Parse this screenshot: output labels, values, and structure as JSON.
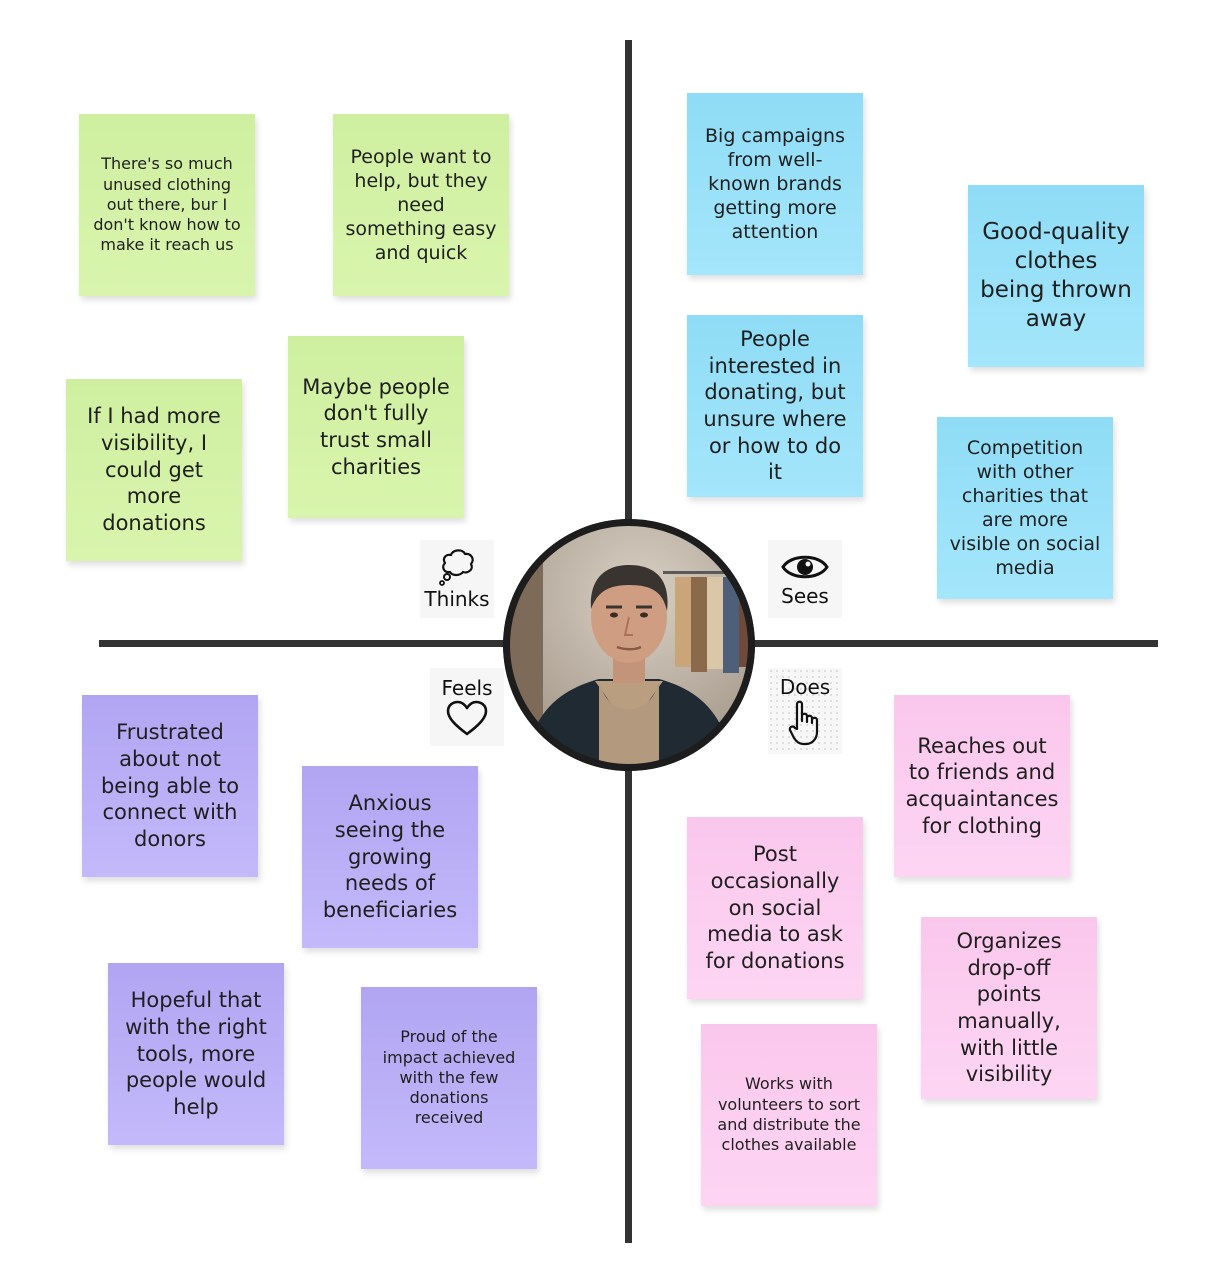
{
  "quadrants": {
    "thinks": {
      "label": "Thinks",
      "icon": "thought-bubble-icon",
      "notes": [
        "There's so much unused clothing out there, bur I don't know how to make it reach us",
        "People want to help, but they need something easy and quick",
        "If I had more visibility, I could get more donations",
        "Maybe people don't fully trust small charities"
      ]
    },
    "sees": {
      "label": "Sees",
      "icon": "eye-icon",
      "notes": [
        "Big campaigns from well-known brands getting more attention",
        "Good-quality clothes being thrown away",
        "People interested in donating, but unsure where or how to do it",
        "Competition with other charities that are more visible on social media"
      ]
    },
    "feels": {
      "label": "Feels",
      "icon": "heart-icon",
      "notes": [
        "Frustrated about not being able to connect with donors",
        "Anxious seeing the growing needs of beneficiaries",
        "Hopeful that with the right tools, more people would help",
        "Proud of the impact achieved with the few donations received"
      ]
    },
    "does": {
      "label": "Does",
      "icon": "pointing-hand-icon",
      "notes": [
        "Reaches out to friends and acquaintances for clothing",
        "Post occasionally on social media to ask for donations",
        "Organizes drop-off points manually, with little visibility",
        "Works with volunteers to sort and distribute the clothes available"
      ]
    }
  },
  "colors": {
    "thinks_note": "#d4f2a6",
    "sees_note": "#99e1f8",
    "feels_note": "#bbaff6",
    "does_note": "#fcceef",
    "divider": "#333333"
  }
}
